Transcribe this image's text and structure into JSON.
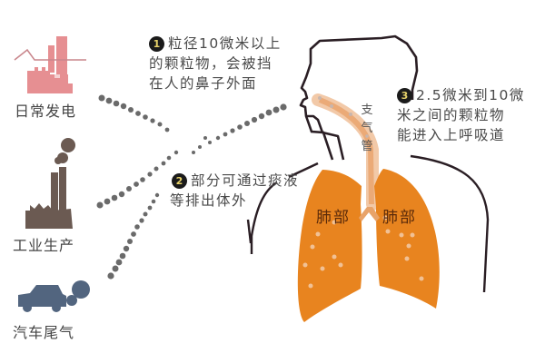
{
  "sources": [
    {
      "id": "power",
      "label": "日常发电",
      "icon": "power-plant-icon",
      "color": "#e68f92"
    },
    {
      "id": "industry",
      "label": "工业生产",
      "icon": "factory-icon",
      "color": "#6b5a52"
    },
    {
      "id": "vehicle",
      "label": "汽车尾气",
      "icon": "car-exhaust-icon",
      "color": "#52657f"
    }
  ],
  "notes": [
    {
      "number": "1",
      "lines": [
        "粒径10微米以上",
        "的颗粒物，会被挡",
        "在人的鼻子外面"
      ]
    },
    {
      "number": "2",
      "lines": [
        "部分可通过痰液",
        "等排出体外"
      ]
    },
    {
      "number": "3",
      "lines": [
        "2.5微米到10微",
        "米之间的颗粒物",
        "能进入上呼吸道"
      ]
    }
  ],
  "anatomy": {
    "bronchus_label": "支气管",
    "bronchus_chars": [
      "支",
      "气",
      "管"
    ],
    "left_lung": "肺部",
    "right_lung": "肺部"
  },
  "colors": {
    "lung": "#e8841f",
    "outline": "#2a1e24",
    "dots": "#666666",
    "badge": "#1b1b1b"
  }
}
